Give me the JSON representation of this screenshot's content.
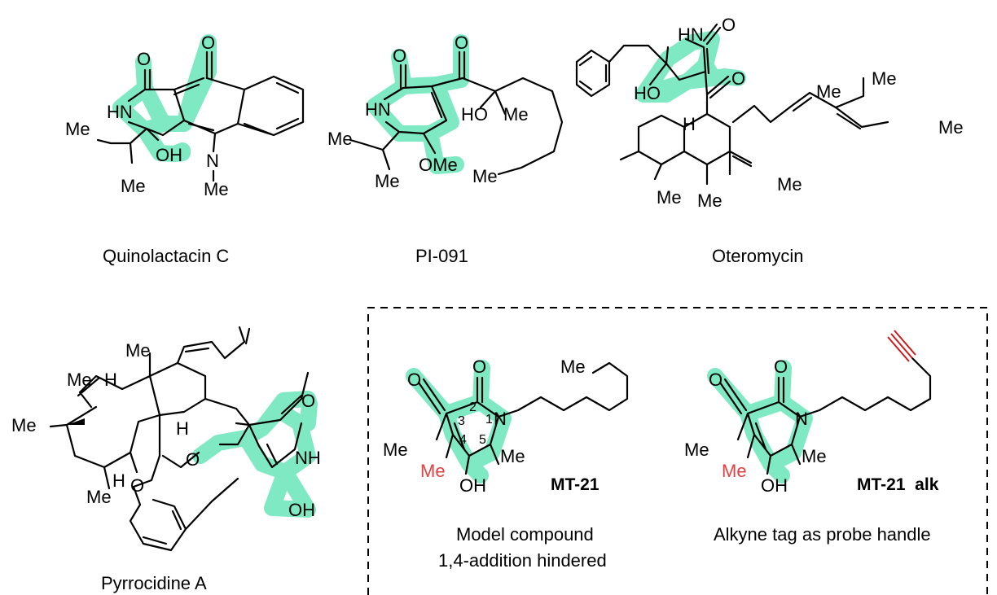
{
  "compounds": {
    "quinolactacin_c": {
      "name": "Quinolactacin C",
      "atoms": {
        "o_top_left": "O",
        "o_top_right": "O",
        "hn": "HN",
        "n": "N",
        "n_me": "Me",
        "oh": "OH",
        "me_top": "Me",
        "me_bottom": "Me"
      }
    },
    "pi_091": {
      "name": "PI-091",
      "atoms": {
        "o_left": "O",
        "o_right": "O",
        "hn": "HN",
        "ho": "HO",
        "me_chain": "Me",
        "me_iso_left": "Me",
        "me_iso_down": "Me",
        "ome": "OMe",
        "me_end": "Me"
      }
    },
    "oteromycin": {
      "name": "Oteromycin",
      "atoms": {
        "hn": "HN",
        "o_lactam": "O",
        "o_ketone": "O",
        "ho": "HO",
        "h": "H",
        "me_diene1": "Me",
        "me_diene2": "Me",
        "me_diene_end": "Me",
        "me_left": "Me",
        "me_ring": "Me",
        "me_bottom": "Me"
      }
    },
    "pyrrocidine_a": {
      "name": "Pyrrocidine A",
      "atoms": {
        "me_top": "Me",
        "me_h": "Me",
        "h_top": "H",
        "me_left": "Me",
        "h_mid": "H",
        "h_bottom": "H",
        "me_bottom": "Me",
        "o_ether": "O",
        "o_ketone": "O",
        "o_lactam": "O",
        "nh": "NH",
        "oh": "OH"
      }
    },
    "mt_21": {
      "name": "MT-21",
      "caption_line1": "Model compound",
      "caption_line2": "1,4-addition hindered",
      "atoms": {
        "o_acetyl": "O",
        "o_lactam": "O",
        "me_acetyl": "Me",
        "n": "N",
        "me_chain": "Me",
        "me_red": "Me",
        "me_c5": "Me",
        "oh": "OH"
      },
      "ring_numbers": [
        "1",
        "2",
        "3",
        "4",
        "5"
      ]
    },
    "mt_21_alk": {
      "name": "MT-21  alk",
      "caption": "Alkyne tag as probe handle",
      "atoms": {
        "o_acetyl": "O",
        "o_lactam": "O",
        "me_acetyl": "Me",
        "n": "N",
        "me_red": "Me",
        "me_c5": "Me",
        "oh": "OH"
      }
    }
  },
  "colors": {
    "highlight": "#7fe9c4",
    "methyl_red": "#e04040",
    "alkyne_red": "#cc1a1a"
  }
}
